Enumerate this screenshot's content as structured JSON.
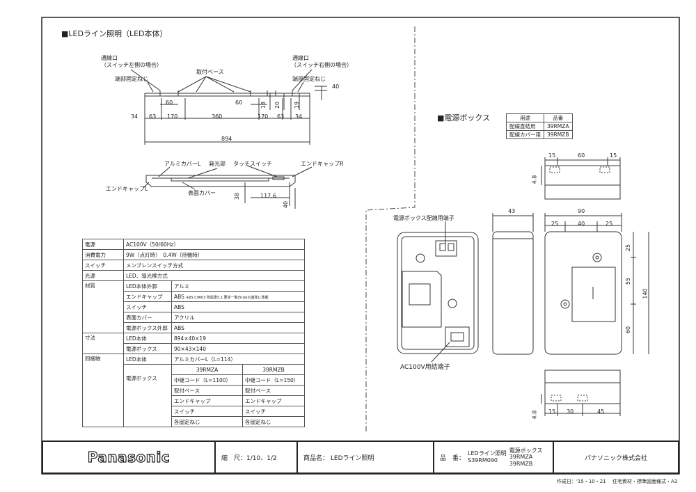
{
  "led": {
    "title": "■LEDライン照明（LED本体）",
    "labels": {
      "vent_left": "通線口",
      "vent_left_sub": "（スイッチ左側の場合）",
      "vent_right": "通線口",
      "vent_right_sub": "（スイッチ右側の場合）",
      "end_screw_left": "端部固定ねじ",
      "end_screw_right": "端部固定ねじ",
      "mount_base": "取付ベース",
      "alu_cover": "アルミカバーL",
      "light_emit": "発光部",
      "touch_switch": "タッチスイッチ",
      "end_cap_r": "エンドキャップR",
      "end_cap_l": "エンドキャップL",
      "surface_cover": "表面カバー"
    },
    "dims": {
      "d34a": "34",
      "d63a": "63",
      "d170a": "170",
      "d360": "360",
      "d170b": "170",
      "d63b": "63",
      "d34b": "34",
      "d60a": "60",
      "d60b": "60",
      "d18": "18",
      "d20": "20",
      "d19": "19",
      "d40": "40",
      "d894": "894",
      "d38": "38",
      "d117": "117.6",
      "d40b": "40"
    }
  },
  "spec": {
    "rows": [
      {
        "k": "電源",
        "v": "AC100V（50/60Hz）"
      },
      {
        "k": "消費電力",
        "v": "9W（点灯時）　0.4W（待機時）"
      },
      {
        "k": "スイッチ",
        "v": "メンブレンスイッチ方式"
      },
      {
        "k": "光源",
        "v": "LED、導光棒方式"
      }
    ],
    "material": {
      "k": "材質",
      "rows": [
        {
          "k": "LED本体外郭",
          "v": "アルミ"
        },
        {
          "k": "エンドキャップ",
          "v": "ABS",
          "note": "※JIS C9603 附属書5.1 要求一覧(5)(e)の基準に準拠"
        },
        {
          "k": "スイッチ",
          "v": "ABS"
        },
        {
          "k": "表面カバー",
          "v": "アクリル"
        },
        {
          "k": "電源ボックス外郭",
          "v": "ABS"
        }
      ]
    },
    "size": {
      "k": "寸法",
      "rows": [
        {
          "k": "LED本体",
          "v": "894×40×19"
        },
        {
          "k": "電源ボックス",
          "v": "90×43×140"
        }
      ]
    },
    "accessory": {
      "k": "同梱物",
      "led_k": "LED本体",
      "led_v": "アルミカバーL（L=114）",
      "box_k": "電源ボックス",
      "col_a": "39RMZA",
      "col_b": "39RMZB",
      "rows": [
        {
          "a": "中継コード（L=1100）",
          "b": "中継コード（L=150）"
        },
        {
          "a": "取付ベース",
          "b": "取付ベース"
        },
        {
          "a": "エンドキャップ",
          "b": "エンドキャップ"
        },
        {
          "a": "スイッチ",
          "b": "スイッチ"
        },
        {
          "a": "各固定ねじ",
          "b": "各固定ねじ"
        }
      ]
    }
  },
  "psu": {
    "title": "■電源ボックス",
    "ref_head": {
      "use": "用途",
      "part": "品番"
    },
    "ref_rows": [
      {
        "use": "配線直結用",
        "part": "39RMZA"
      },
      {
        "use": "配線カバー用",
        "part": "39RMZB"
      }
    ],
    "terminal_top": "電源ボックス配線用端子",
    "terminal_bottom": "AC100V用結端子",
    "dims": {
      "d15a": "15",
      "d60": "60",
      "d15b": "15",
      "d48a": "4.8",
      "d43": "43",
      "d90": "90",
      "d25a": "25",
      "d40": "40",
      "d25b": "25",
      "d25c": "25",
      "d55": "55",
      "d60v": "60",
      "d140": "140",
      "d48b": "4.8",
      "d15c": "15",
      "d30": "30",
      "d45": "45"
    }
  },
  "titleblock": {
    "brand": "Panasonic",
    "scale_label": "縮　尺：",
    "scale_value": "1/10、1/2",
    "product_label": "商品名：",
    "product_value": "LEDライン照明",
    "part_label": "品　番：",
    "part_line1": "LEDライン照明",
    "part_line2": "S39RM090",
    "part_box": "電源ボックス",
    "part_box1": "39RMZA",
    "part_box2": "39RMZB",
    "company": "パナソニック株式会社"
  },
  "footer": {
    "created": "作成日：'15・10・21",
    "format": "住宅資材・標準図面様式・A3"
  }
}
